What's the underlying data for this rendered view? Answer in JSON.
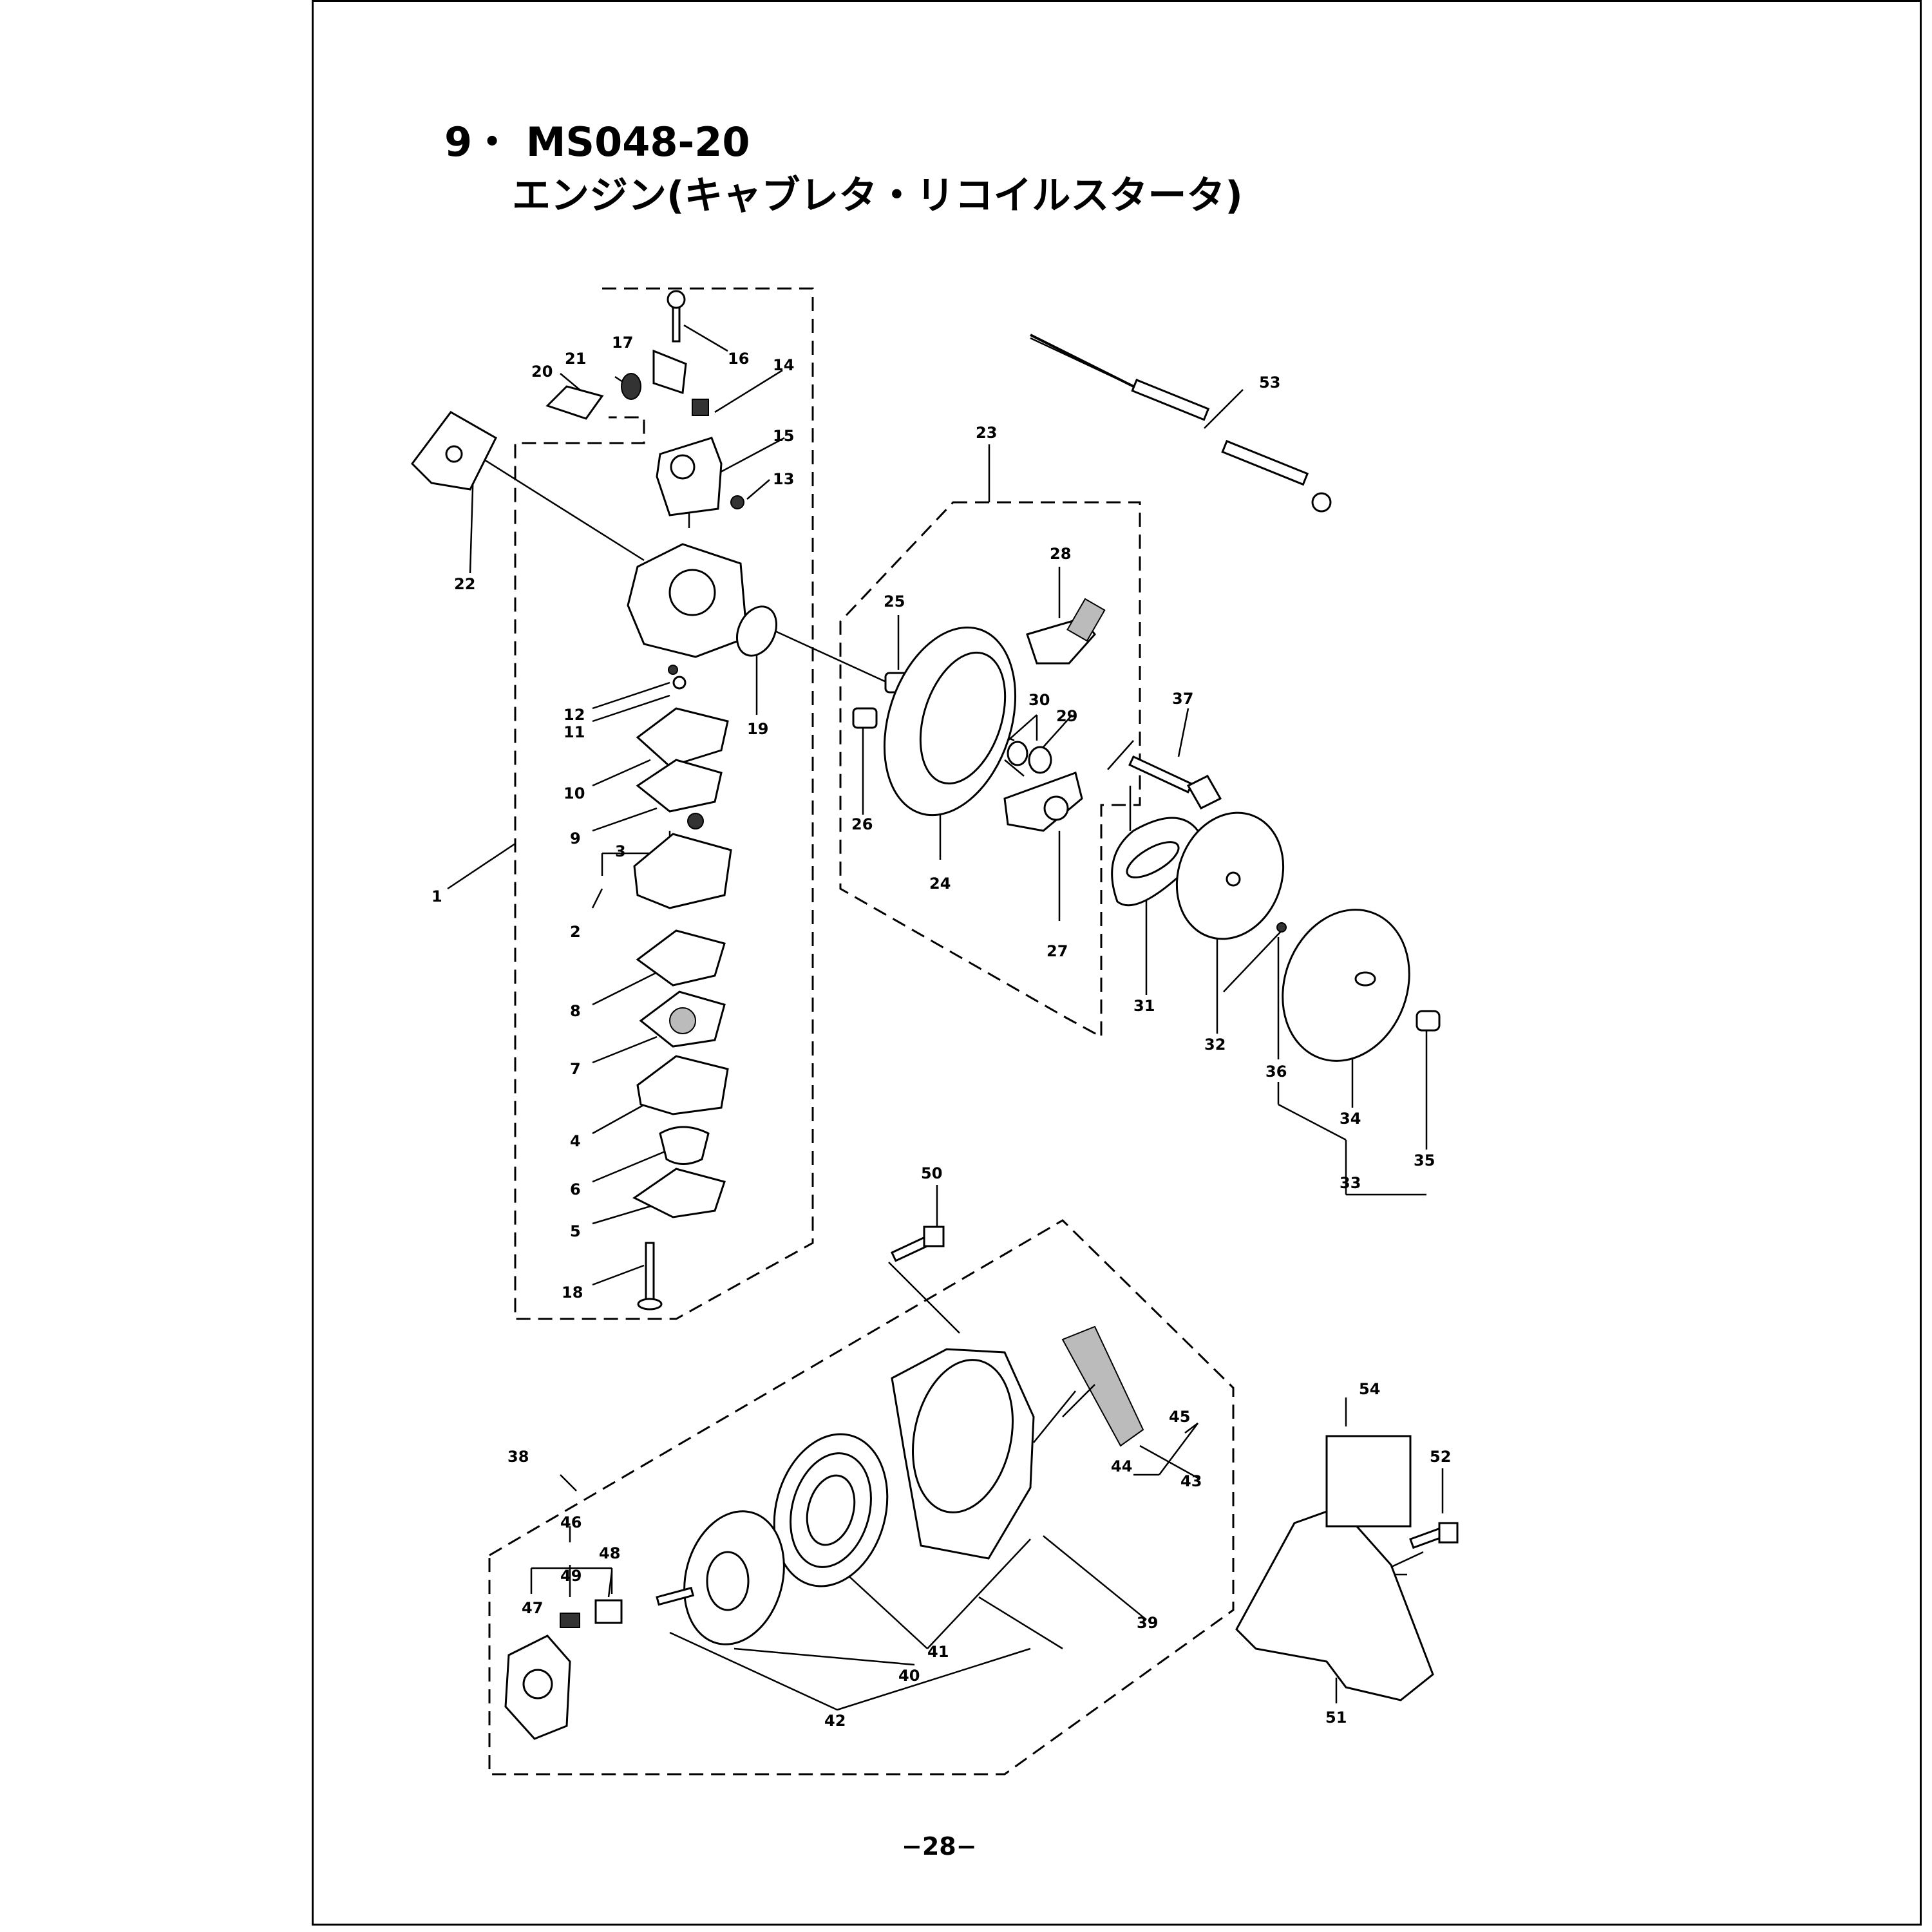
{
  "title": {
    "line1": "9・ MS048-20",
    "line2": "エンジン(キャブレタ・リコイルスタータ)"
  },
  "page_number": "−28−",
  "callouts": {
    "c1": "1",
    "c2": "2",
    "c3": "3",
    "c4": "4",
    "c5": "5",
    "c6": "6",
    "c7": "7",
    "c8": "8",
    "c9": "9",
    "c10": "10",
    "c11": "11",
    "c12": "12",
    "c13": "13",
    "c14": "14",
    "c15": "15",
    "c16": "16",
    "c17": "17",
    "c18": "18",
    "c19": "19",
    "c20": "20",
    "c21": "21",
    "c22": "22",
    "c23": "23",
    "c24": "24",
    "c25": "25",
    "c26": "26",
    "c27": "27",
    "c28": "28",
    "c29": "29",
    "c30": "30",
    "c31": "31",
    "c32": "32",
    "c33": "33",
    "c34": "34",
    "c35": "35",
    "c36": "36",
    "c37": "37",
    "c38": "38",
    "c39": "39",
    "c40": "40",
    "c41": "41",
    "c42": "42",
    "c43": "43",
    "c44": "44",
    "c45": "45",
    "c46": "46",
    "c47": "47",
    "c48": "48",
    "c49": "49",
    "c50": "50",
    "c51": "51",
    "c52": "52",
    "c53": "53",
    "c54": "54"
  }
}
